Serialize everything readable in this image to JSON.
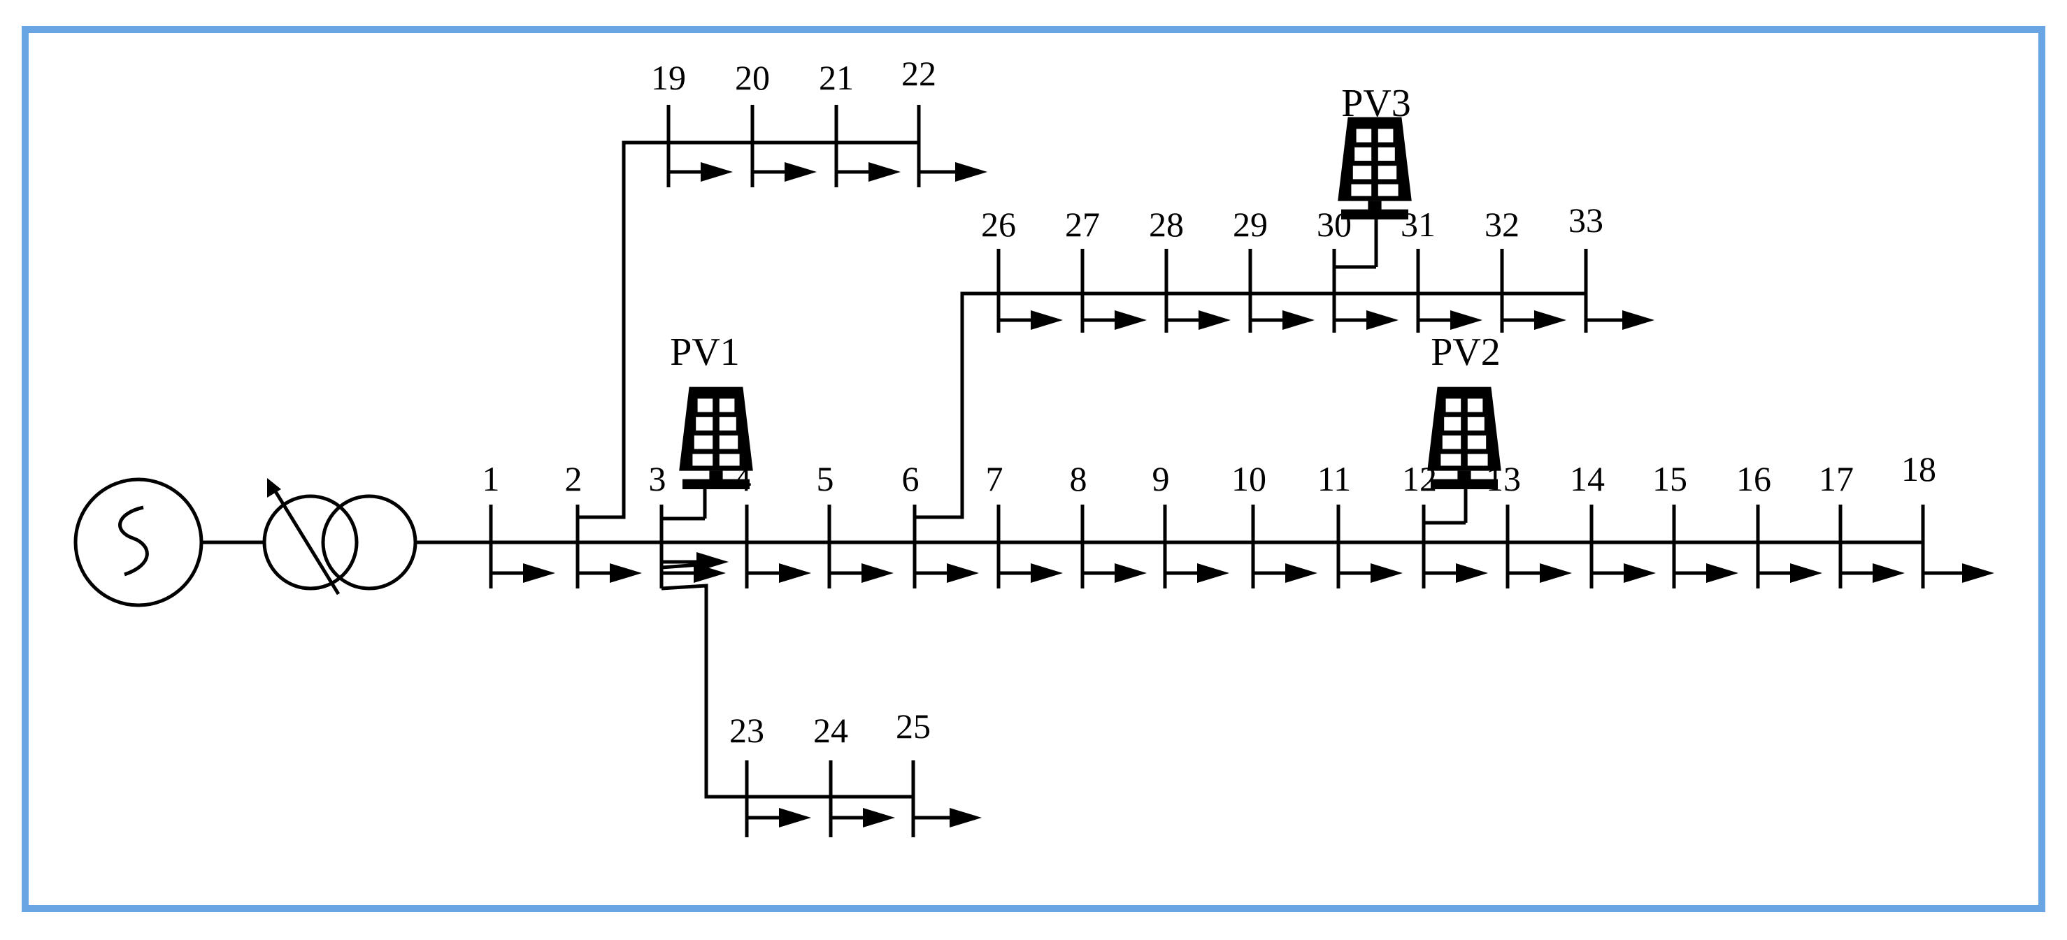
{
  "colors": {
    "border": "#6AA5E3",
    "line": "#000000",
    "background": "#ffffff"
  },
  "icons": {
    "source": "ac-source-icon",
    "transformer": "tap-changing-transformer-icon",
    "pv": "solar-panel-icon",
    "load": "load-arrow-icon"
  },
  "network": {
    "main_feeder": [
      "1",
      "2",
      "3",
      "4",
      "5",
      "6",
      "7",
      "8",
      "9",
      "10",
      "11",
      "12",
      "13",
      "14",
      "15",
      "16",
      "17",
      "18"
    ],
    "branch_a": [
      "19",
      "20",
      "21",
      "22"
    ],
    "branch_b": [
      "23",
      "24",
      "25"
    ],
    "branch_c": [
      "26",
      "27",
      "28",
      "29",
      "30",
      "31",
      "32",
      "33"
    ]
  },
  "pv_units": [
    {
      "label": "PV1"
    },
    {
      "label": "PV2"
    },
    {
      "label": "PV3"
    }
  ]
}
